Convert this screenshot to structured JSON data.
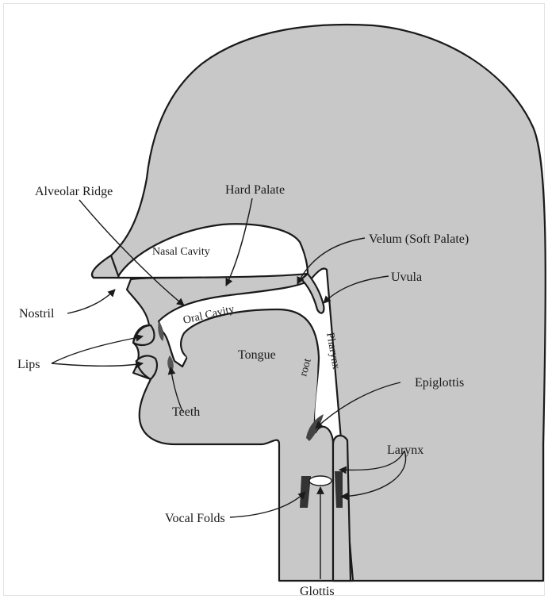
{
  "diagram": {
    "colors": {
      "tissue": "#c8c8c8",
      "cavity": "#ffffff",
      "outline": "#1a1a1a",
      "cartilage": "#444444"
    },
    "labels": {
      "alveolar_ridge": "Alveolar Ridge",
      "hard_palate": "Hard Palate",
      "nasal_cavity": "Nasal Cavity",
      "velum": "Velum (Soft Palate)",
      "uvula": "Uvula",
      "nostril": "Nostril",
      "oral_cavity": "Oral Cavity",
      "lips": "Lips",
      "tongue": "Tongue",
      "root": "root",
      "pharynx": "Pharynx",
      "epiglottis": "Epiglottis",
      "teeth": "Teeth",
      "larynx": "Larynx",
      "vocal_folds": "Vocal Folds",
      "glottis": "Glottis"
    }
  }
}
